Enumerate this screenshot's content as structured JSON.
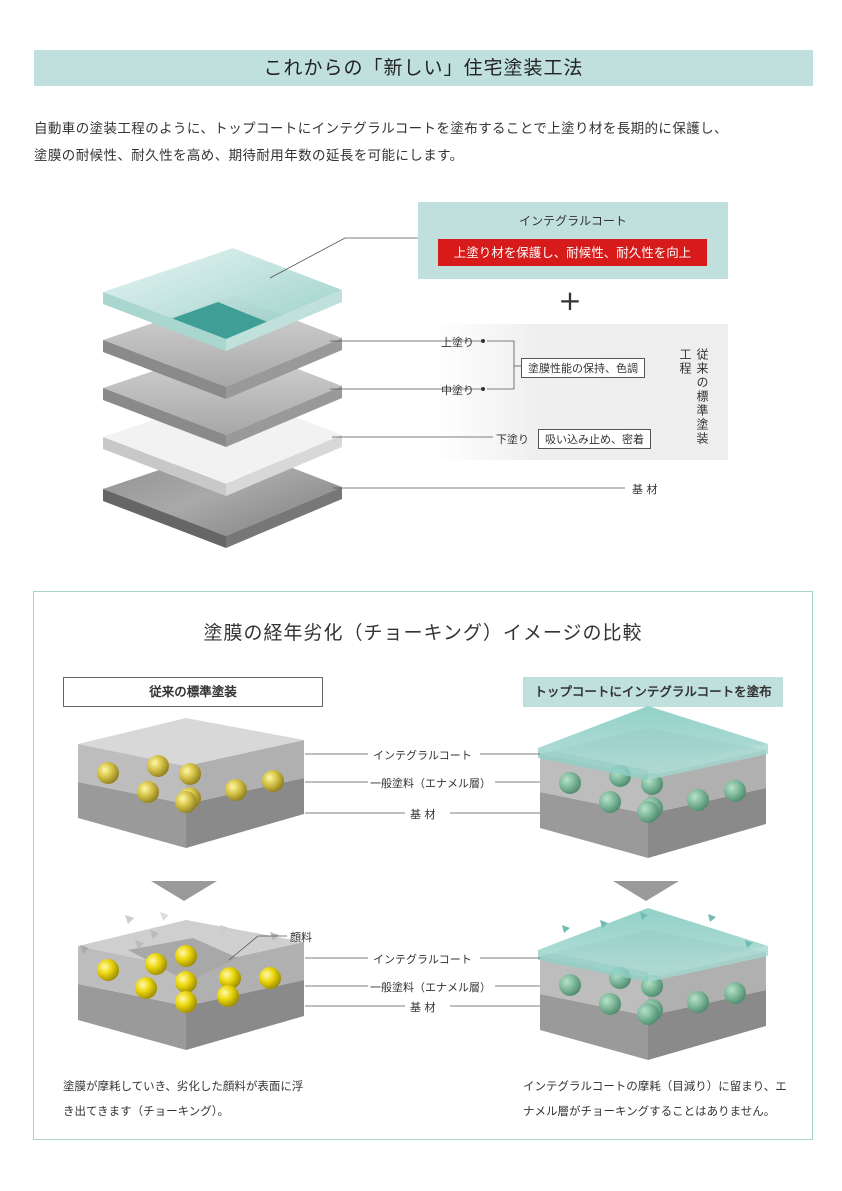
{
  "header": {
    "title": "これからの「新しい」住宅塗装工法"
  },
  "intro": {
    "line1": "自動車の塗装工程のように、トップコートにインテグラルコートを塗布することで上塗り材を長期的に保護し、",
    "line2": "塗膜の耐候性、耐久性を高め、期待耐用年数の延長を可能にします。"
  },
  "layers_diagram": {
    "integral": {
      "title": "インテグラルコート",
      "benefit": "上塗り材を保護し、耐候性、耐久性を向上"
    },
    "plus": "+",
    "labels": {
      "top_coat": "上塗り",
      "middle_coat": "中塗り",
      "under_coat": "下塗り",
      "substrate": "基 材"
    },
    "badges": {
      "retention": "塗膜性能の保持、色調",
      "absorption": "吸い込み止め、密着"
    },
    "conventional": "従来の標準塗装工程"
  },
  "comparison": {
    "title": "塗膜の経年劣化（チョーキング）イメージの比較",
    "left_header": "従来の標準塗装",
    "right_header": "トップコートにインテグラルコートを塗布",
    "labels": {
      "integral": "インテグラルコート",
      "enamel": "一般塗料（エナメル層）",
      "substrate": "基 材",
      "pigment": "顔料"
    },
    "left_caption": {
      "line1": "塗膜が摩耗していき、劣化した顔料が表面に浮",
      "line2": "き出てきます（チョーキング）。"
    },
    "right_caption": {
      "line1": "インテグラルコートの摩耗（目減り）に留まり、エ",
      "line2": "ナメル層がチョーキングすることはありません。"
    }
  },
  "colors": {
    "title_band": "#bfe0dc",
    "red_banner": "#d71a1a",
    "frame": "#a8d2cd",
    "teal": "#3f9f96"
  }
}
